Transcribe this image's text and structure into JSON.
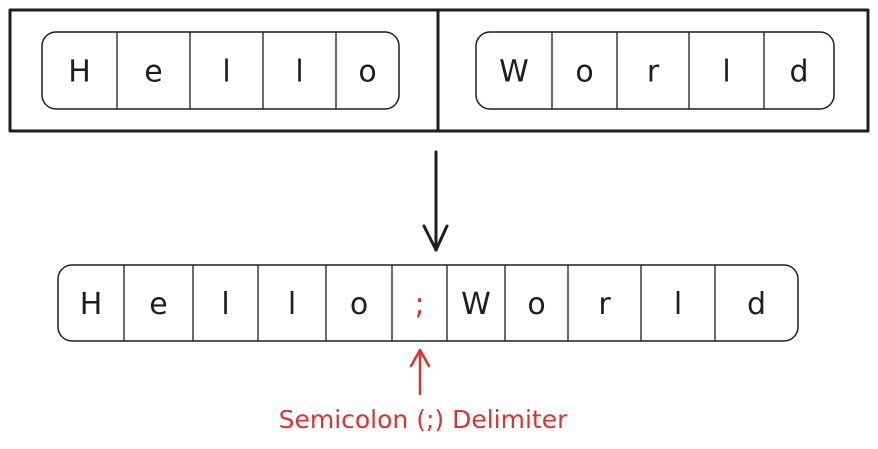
{
  "array_left": {
    "chars": [
      "H",
      "e",
      "l",
      "l",
      "o"
    ]
  },
  "array_right": {
    "chars": [
      "W",
      "o",
      "r",
      "l",
      "d"
    ]
  },
  "merged": {
    "chars": [
      "H",
      "e",
      "l",
      "l",
      "o",
      ";",
      "W",
      "o",
      "r",
      "l",
      "d"
    ],
    "delimiter_index": 5
  },
  "annotation": {
    "text": "Semicolon (;) Delimiter"
  },
  "colors": {
    "ink": "#1e1e1e",
    "accent": "#e03131"
  }
}
